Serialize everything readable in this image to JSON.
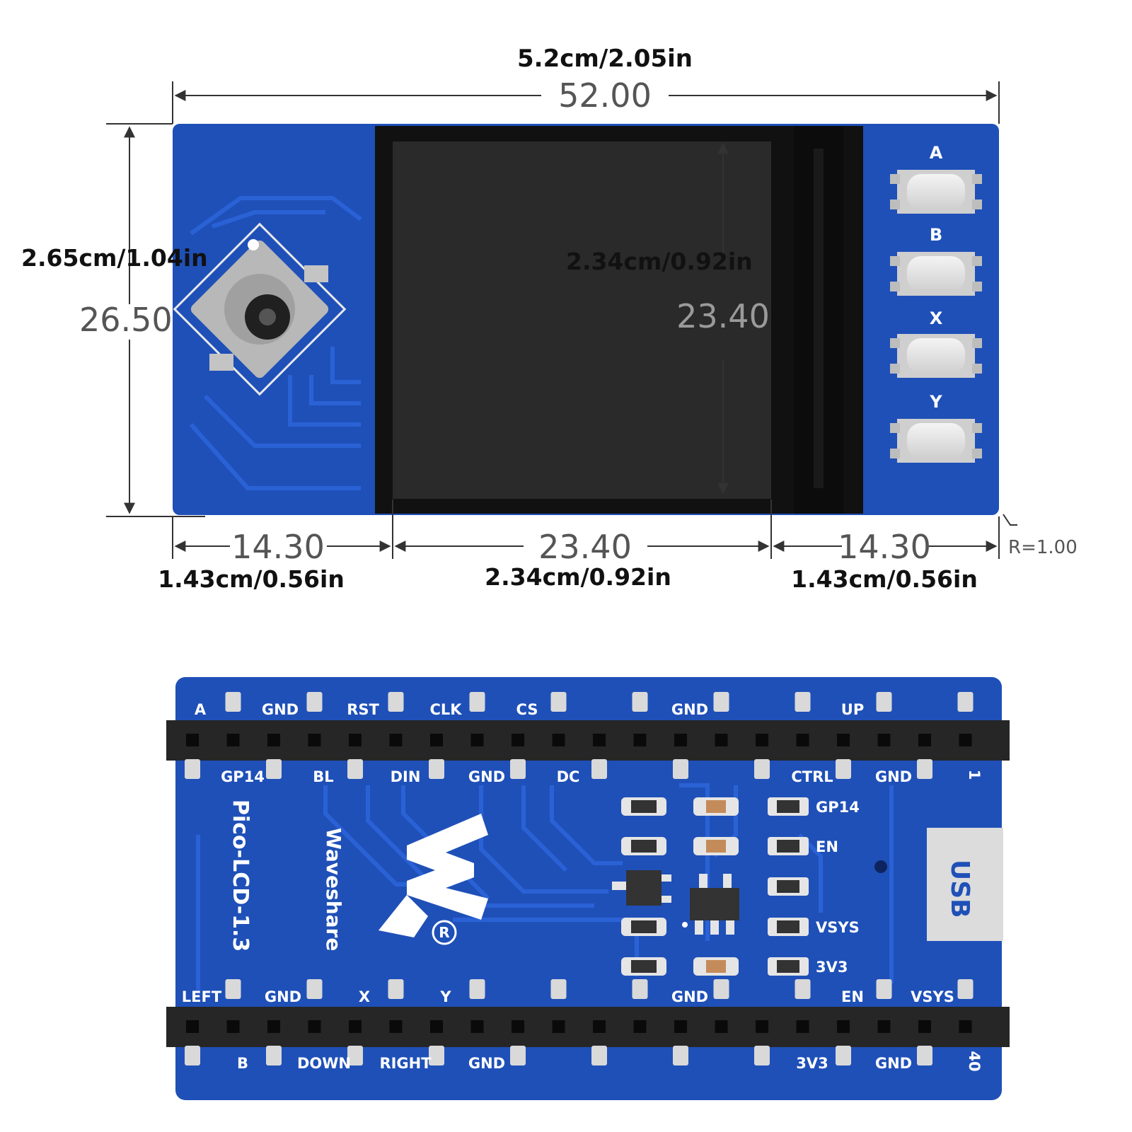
{
  "colors": {
    "pcb": "#1f50b8",
    "pcb_dark": "#173f96",
    "trace": "#2a62d6",
    "screen": "#1e1e1e",
    "header": "#262626",
    "pad": "#d9d9d9"
  },
  "top_view": {
    "width_mm_label": "5.2cm/2.05in",
    "width_mm": "52.00",
    "height_imperial": "2.65cm/1.04in",
    "height_mm": "26.50",
    "screen_height_imperial": "2.34cm/0.92in",
    "screen_height_mm": "23.40",
    "left_margin_mm": "14.30",
    "left_margin_imperial": "1.43cm/0.56in",
    "screen_width_mm": "23.40",
    "screen_width_imperial": "2.34cm/0.92in",
    "right_margin_mm": "14.30",
    "right_margin_imperial": "1.43cm/0.56in",
    "corner_radius": "R=1.00",
    "buttons": [
      "A",
      "B",
      "X",
      "Y"
    ]
  },
  "bottom_view": {
    "board_name": "Pico-LCD-1.3",
    "brand": "Waveshare",
    "registered_mark": "R",
    "usb_label": "USB",
    "top_row_upper": [
      "A",
      "GND",
      "RST",
      "CLK",
      "CS",
      "GND",
      "UP"
    ],
    "top_row_lower": [
      "GP14",
      "BL",
      "DIN",
      "GND",
      "DC",
      "CTRL",
      "GND",
      "1"
    ],
    "bottom_row_upper": [
      "LEFT",
      "GND",
      "X",
      "Y",
      "GND",
      "EN",
      "VSYS"
    ],
    "bottom_row_lower": [
      "B",
      "DOWN",
      "RIGHT",
      "GND",
      "3V3",
      "GND",
      "40"
    ],
    "side_labels": [
      "GP14",
      "EN",
      "VSYS",
      "3V3"
    ]
  }
}
